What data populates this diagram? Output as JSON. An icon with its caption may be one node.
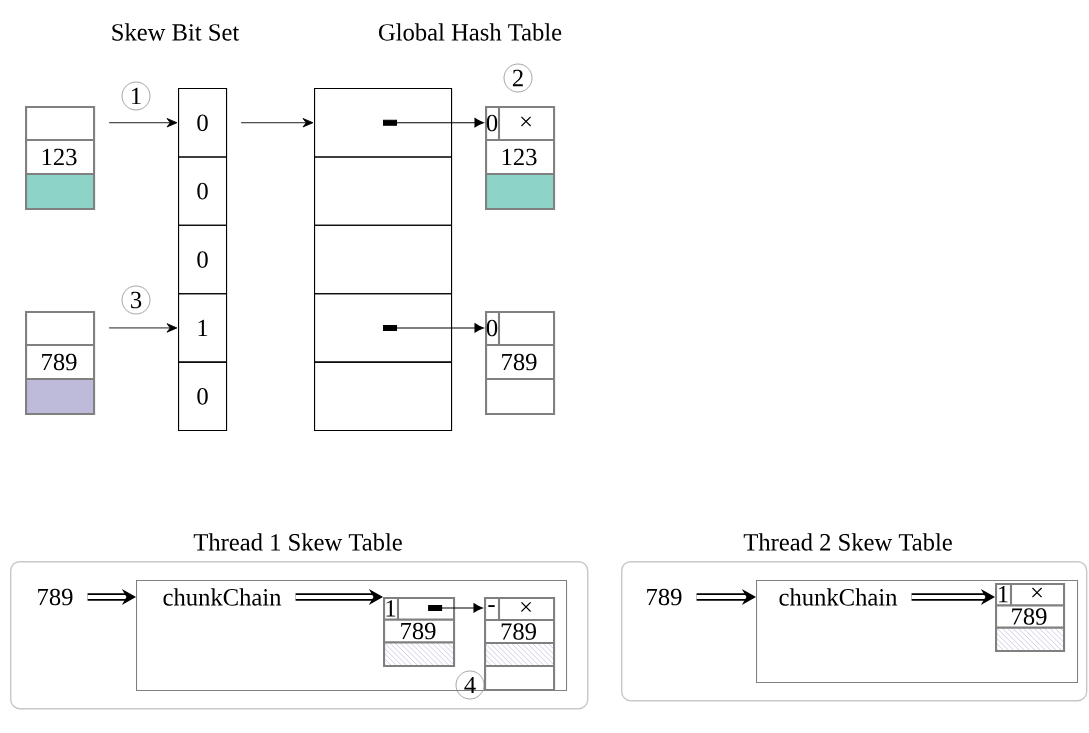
{
  "diagram": {
    "nodes": [
      {
        "text": [
          "Skew Bit Set"
        ]
      },
      {
        "text": [
          "0"
        ],
        "in": 0
      },
      {
        "text": [
          "0"
        ],
        "in": 0
      },
      {
        "text": [
          "0"
        ],
        "in": 0
      },
      {
        "text": [
          "1"
        ],
        "in": 0
      },
      {
        "text": [
          "0"
        ],
        "in": 0
      },
      {
        "text": [
          "Global Hash Table"
        ]
      },
      {
        "text": [],
        "shape": "box",
        "in": 6
      },
      {
        "text": [],
        "shape": "box",
        "in": 6
      },
      {
        "text": [],
        "shape": "box",
        "in": 6
      },
      {
        "text": [],
        "shape": "box",
        "in": 6
      },
      {
        "text": [],
        "shape": "box",
        "in": 6
      },
      {
        "text": [
          "123"
        ]
      },
      {
        "text": [
          "789"
        ]
      },
      {
        "text": [
          "2"
        ]
      },
      {
        "text": [
          "0",
          "×",
          "123"
        ]
      },
      {
        "text": [
          "0",
          "789"
        ]
      },
      {
        "text": [
          "Thread 1 Skew Table"
        ]
      },
      {
        "text": [
          "789"
        ],
        "in": 17
      },
      {
        "text": [],
        "shape": "box",
        "in": 17
      },
      {
        "text": [
          "chunkChain"
        ],
        "in": 19
      },
      {
        "text": [
          "1",
          "789"
        ],
        "in": 19
      },
      {
        "text": [
          "-",
          "×",
          "789"
        ],
        "in": 19
      },
      {
        "text": [
          "4"
        ],
        "in": 19
      },
      {
        "text": [
          "Thread 2 Skew Table"
        ]
      },
      {
        "text": [
          "789"
        ],
        "in": 24
      },
      {
        "text": [],
        "shape": "box",
        "in": 24
      },
      {
        "text": [
          "chunkChain"
        ],
        "in": 26
      },
      {
        "text": [
          "1",
          "×",
          "789"
        ],
        "in": 26
      },
      {
        "text": [
          "1"
        ]
      },
      {
        "text": [
          "3"
        ]
      }
    ],
    "edges": [
      {
        "from": 12,
        "to": 1,
        "arrow": "to"
      },
      {
        "from": 13,
        "to": 4,
        "arrow": "to"
      },
      {
        "from": 1,
        "to": 7,
        "arrow": "to"
      },
      {
        "from": 7,
        "to": 15,
        "arrow": "to"
      },
      {
        "from": 10,
        "to": 16,
        "arrow": "to"
      },
      {
        "from": 18,
        "to": 19,
        "arrow": "to",
        "style": "thick"
      },
      {
        "from": 20,
        "to": 21,
        "arrow": "to",
        "style": "thick"
      },
      {
        "from": 21,
        "to": 22,
        "arrow": "to"
      },
      {
        "from": 25,
        "to": 26,
        "arrow": "to",
        "style": "thick"
      },
      {
        "from": 27,
        "to": 28,
        "arrow": "to",
        "style": "thick"
      }
    ]
  }
}
